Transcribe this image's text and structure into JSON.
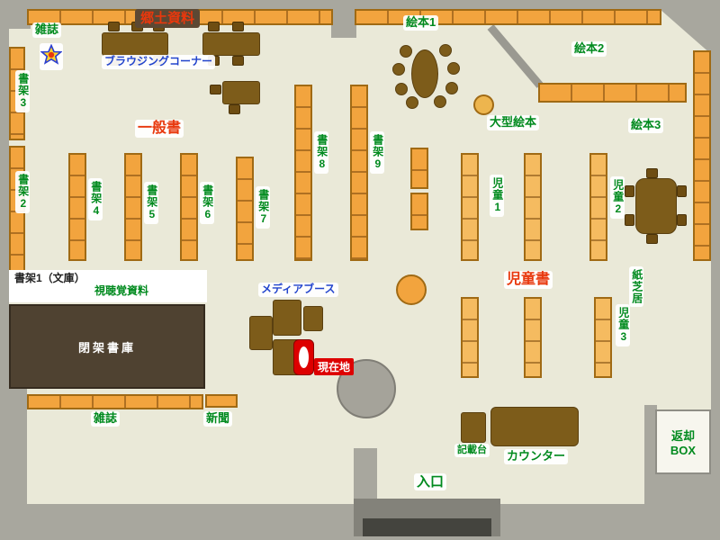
{
  "labels": {
    "magazines_top": "雑誌",
    "local_materials": "郷土資料",
    "browsing_corner": "ブラウジングコーナー",
    "general_books": "一般書",
    "picture_book_1": "絵本1",
    "picture_book_2": "絵本2",
    "picture_book_3": "絵本3",
    "large_picture_book": "大型絵本",
    "shelf_1_bunko": "書架1（文庫）",
    "shelf_2": "書架2",
    "shelf_3": "書架3",
    "shelf_4": "書架4",
    "shelf_5": "書架5",
    "shelf_6": "書架6",
    "shelf_7": "書架7",
    "shelf_8": "書架8",
    "shelf_9": "書架9",
    "audiovisual": "視聴覚資料",
    "media_booth": "メディアブース",
    "current_location": "現在地",
    "closed_stacks": "閉架書庫",
    "children_1": "児童1",
    "children_2": "児童2",
    "children_3": "児童3",
    "children_books": "児童書",
    "kamishibai": "紙芝居",
    "magazines_bottom": "雑誌",
    "newspaper": "新聞",
    "writing_desk": "記載台",
    "counter": "カウンター",
    "entrance": "入口",
    "return_box_1": "返却",
    "return_box_2": "BOX"
  },
  "colors": {
    "floor": "#eae9d8",
    "wall": "#a8a79e",
    "wall_dark": "#7b7a72",
    "shelf": "#f2a43e",
    "shelf_border": "#a06a14",
    "shelf_light": "#f5bb60",
    "furniture": "#7d5c1a",
    "closed_stacks": "#4f4231",
    "label_green": "#008a1e",
    "label_red": "#e8380d",
    "label_blue": "#2244cc",
    "marker_red": "#dd0000",
    "star_yellow": "#ffd42a",
    "star_blue": "#2b3fd0"
  }
}
